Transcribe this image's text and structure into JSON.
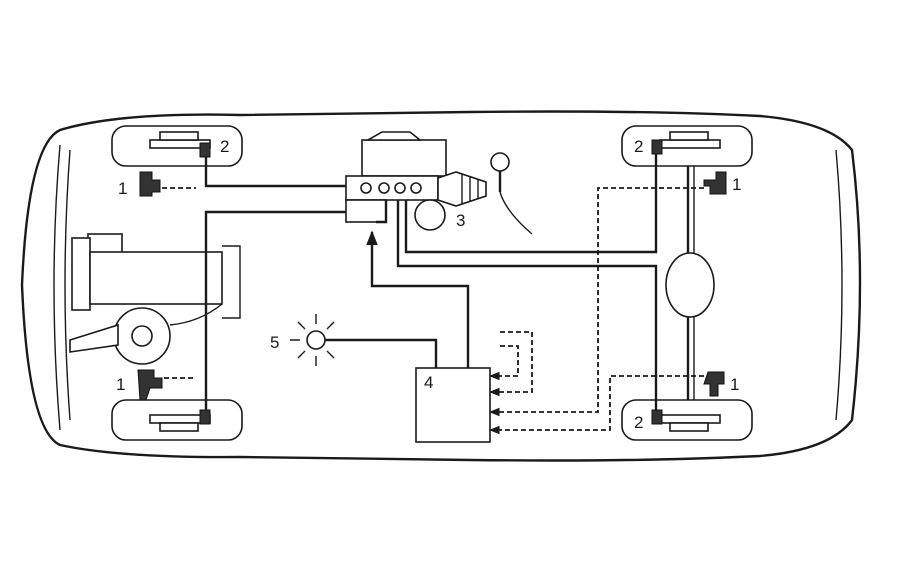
{
  "labels": {
    "wheel_sensor": "1",
    "sensor_ring": "2",
    "hydraulic_unit": "3",
    "control_unit": "4",
    "warning_lamp": "5"
  }
}
